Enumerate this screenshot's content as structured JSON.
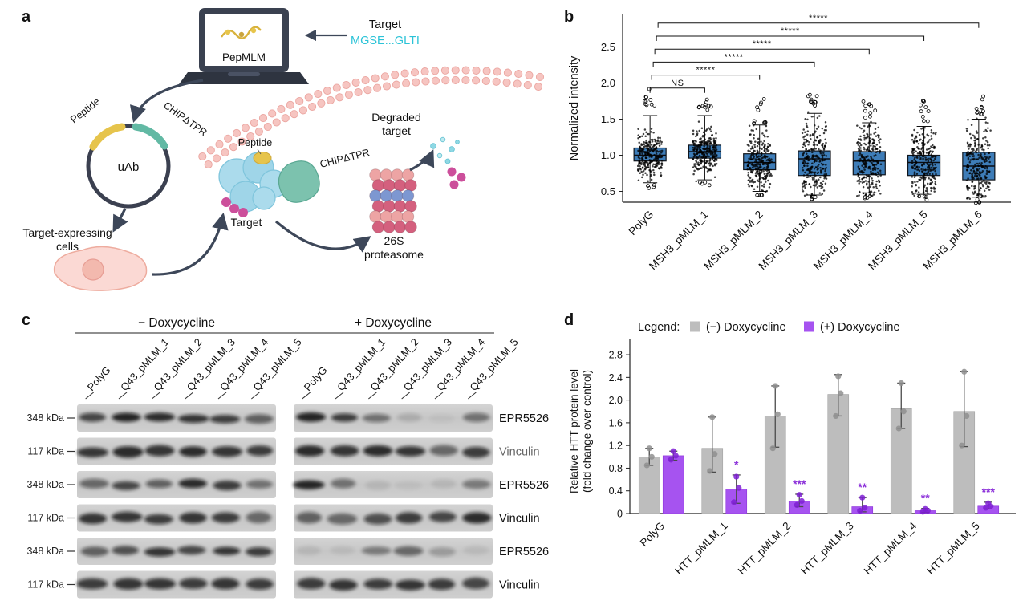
{
  "panels": {
    "a": {
      "label": "a",
      "laptop_text": "PepMLM",
      "target_label": "Target",
      "target_seq": "MGSE...GLTI",
      "target_seq_color": "#2bc3d7",
      "plasmid_center": "uAb",
      "plasmid_arc_peptide": "Peptide",
      "plasmid_arc_chip": "CHIPΔTPR",
      "cells_line1": "Target-expressing",
      "cells_line2": "cells",
      "complex_peptide": "Peptide",
      "complex_chip": "CHIPΔTPR",
      "complex_target": "Target",
      "degraded_line1": "Degraded",
      "degraded_line2": "target",
      "proteasome_line1": "26S",
      "proteasome_line2": "proteasome"
    },
    "b": {
      "label": "b"
    },
    "c": {
      "label": "c",
      "group_headers": [
        "− Doxycycline",
        "+ Doxycycline"
      ],
      "lane_labels": [
        "PolyG",
        "Q43_pMLM_1",
        "Q43_pMLM_2",
        "Q43_pMLM_3",
        "Q43_pMLM_4",
        "Q43_pMLM_5"
      ],
      "rows": [
        {
          "kda": "348 kDa",
          "antibody": "EPR5526",
          "minus": [
            0.75,
            0.95,
            0.9,
            0.85,
            0.8,
            0.6
          ],
          "plus": [
            0.95,
            0.8,
            0.5,
            0.15,
            0.04,
            0.5
          ]
        },
        {
          "kda": "117 kDa",
          "antibody": "Vinculin",
          "minus": [
            0.85,
            0.9,
            0.85,
            0.9,
            0.85,
            0.8
          ],
          "plus": [
            0.9,
            0.85,
            0.9,
            0.85,
            0.55,
            0.8
          ]
        },
        {
          "kda": "348 kDa",
          "antibody": "EPR5526",
          "minus": [
            0.55,
            0.75,
            0.6,
            0.9,
            0.8,
            0.5
          ],
          "plus": [
            0.95,
            0.5,
            0.1,
            0.05,
            0.1,
            0.45
          ]
        },
        {
          "kda": "117 kDa",
          "antibody": "Vinculin",
          "minus": [
            0.85,
            0.85,
            0.8,
            0.85,
            0.8,
            0.55
          ],
          "plus": [
            0.6,
            0.55,
            0.7,
            0.8,
            0.75,
            0.9
          ]
        },
        {
          "kda": "348 kDa",
          "antibody": "EPR5526",
          "minus": [
            0.6,
            0.7,
            0.85,
            0.75,
            0.85,
            0.8
          ],
          "plus": [
            0.1,
            0.08,
            0.45,
            0.55,
            0.25,
            0.08
          ]
        },
        {
          "kda": "117 kDa",
          "antibody": "Vinculin",
          "minus": [
            0.8,
            0.85,
            0.85,
            0.8,
            0.85,
            0.8
          ],
          "plus": [
            0.8,
            0.85,
            0.8,
            0.85,
            0.8,
            0.75
          ]
        }
      ]
    },
    "d": {
      "label": "d"
    }
  },
  "chart_data": [
    {
      "type": "box",
      "panel": "b",
      "ylabel": "Normalized intensity",
      "yticks": [
        0.5,
        1.0,
        1.5,
        2.0,
        2.5
      ],
      "ylim": [
        0.35,
        2.95
      ],
      "categories": [
        "PolyG",
        "MSH3_pMLM_1",
        "MSH3_pMLM_2",
        "MSH3_pMLM_3",
        "MSH3_pMLM_4",
        "MSH3_pMLM_5",
        "MSH3_pMLM_6"
      ],
      "box_color": "#3e7db8",
      "boxes": [
        {
          "q1": 0.92,
          "median": 1.0,
          "q3": 1.1,
          "whisker_low": 0.62,
          "whisker_high": 1.55
        },
        {
          "q1": 0.96,
          "median": 1.05,
          "q3": 1.14,
          "whisker_low": 0.66,
          "whisker_high": 1.55
        },
        {
          "q1": 0.8,
          "median": 0.9,
          "q3": 1.02,
          "whisker_low": 0.5,
          "whisker_high": 1.42
        },
        {
          "q1": 0.72,
          "median": 0.95,
          "q3": 1.06,
          "whisker_low": 0.45,
          "whisker_high": 1.58
        },
        {
          "q1": 0.73,
          "median": 0.92,
          "q3": 1.05,
          "whisker_low": 0.48,
          "whisker_high": 1.45
        },
        {
          "q1": 0.72,
          "median": 0.9,
          "q3": 1.0,
          "whisker_low": 0.46,
          "whisker_high": 1.4
        },
        {
          "q1": 0.66,
          "median": 0.85,
          "q3": 1.04,
          "whisker_low": 0.42,
          "whisker_high": 1.5
        }
      ],
      "outlier_max": [
        1.9,
        1.78,
        1.8,
        1.95,
        1.82,
        1.75,
        1.88
      ],
      "comparisons": [
        {
          "from": 0,
          "to": 1,
          "label": "NS"
        },
        {
          "from": 0,
          "to": 2,
          "label": "*****"
        },
        {
          "from": 0,
          "to": 3,
          "label": "*****"
        },
        {
          "from": 0,
          "to": 4,
          "label": "*****"
        },
        {
          "from": 0,
          "to": 5,
          "label": "*****"
        },
        {
          "from": 0,
          "to": 6,
          "label": "*****"
        }
      ],
      "bracket_heights": [
        1.93,
        2.11,
        2.29,
        2.47,
        2.65,
        2.83
      ]
    },
    {
      "type": "bar",
      "panel": "d",
      "legend_prefix": "Legend:",
      "ylabel_line1": "Relative HTT protein level",
      "ylabel_line2": "(fold change over control)",
      "yticks": [
        0,
        0.4,
        0.8,
        1.2,
        1.6,
        2.0,
        2.4,
        2.8
      ],
      "ylim": [
        0,
        2.9
      ],
      "categories": [
        "PolyG",
        "HTT_pMLM_1",
        "HTT_pMLM_2",
        "HTT_pMLM_3",
        "HTT_pMLM_4",
        "HTT_pMLM_5"
      ],
      "series": [
        {
          "name": "(−) Doxycycline",
          "color": "#bdbdbd",
          "dot_color": "#8f8f8f",
          "values": [
            1.0,
            1.15,
            1.72,
            2.1,
            1.85,
            1.8
          ],
          "err_low": [
            0.15,
            0.42,
            0.55,
            0.38,
            0.35,
            0.62
          ],
          "err_high": [
            0.15,
            0.55,
            0.53,
            0.35,
            0.45,
            0.7
          ],
          "dots": [
            [
              0.85,
              1.0,
              1.15
            ],
            [
              0.75,
              1.05,
              1.7
            ],
            [
              1.15,
              1.75,
              2.25
            ],
            [
              1.72,
              2.12,
              2.42
            ],
            [
              1.5,
              1.8,
              2.3
            ],
            [
              1.2,
              1.72,
              2.5
            ]
          ]
        },
        {
          "name": "(+) Doxycycline",
          "color": "#a653f0",
          "dot_color": "#7e1fd4",
          "values": [
            1.02,
            0.43,
            0.22,
            0.12,
            0.05,
            0.13
          ],
          "err_low": [
            0.08,
            0.25,
            0.1,
            0.09,
            0.03,
            0.05
          ],
          "err_high": [
            0.08,
            0.25,
            0.12,
            0.16,
            0.04,
            0.07
          ],
          "dots": [
            [
              0.95,
              1.02,
              1.1
            ],
            [
              0.2,
              0.45,
              0.65
            ],
            [
              0.15,
              0.22,
              0.33
            ],
            [
              0.05,
              0.1,
              0.28
            ],
            [
              0.03,
              0.05,
              0.08
            ],
            [
              0.1,
              0.13,
              0.18
            ]
          ]
        }
      ],
      "significance": [
        "",
        "*",
        "***",
        "**",
        "**",
        "***"
      ],
      "star_color": "#8b2fd9"
    }
  ]
}
